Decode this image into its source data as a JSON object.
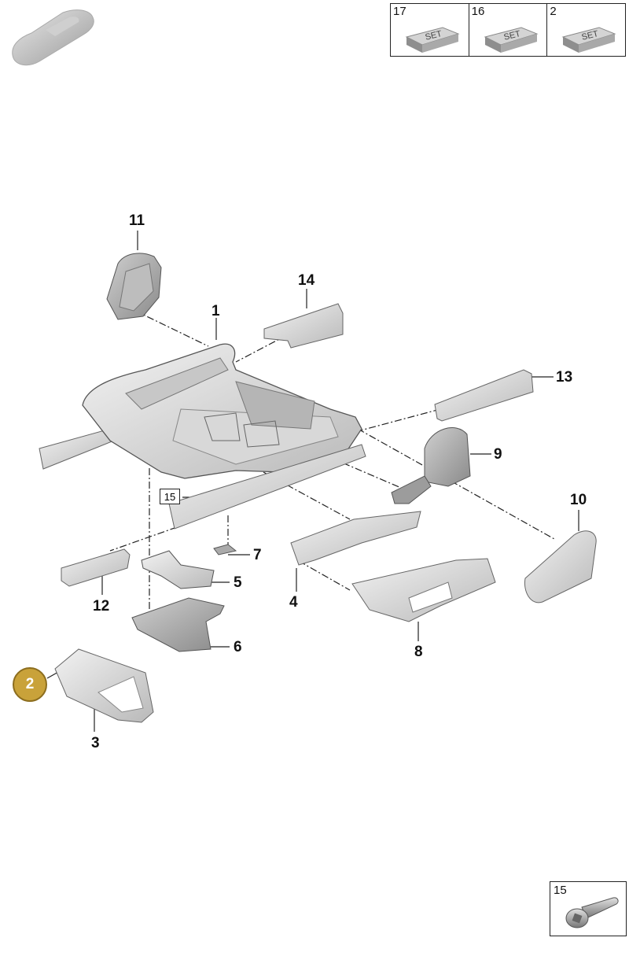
{
  "set_box": [
    {
      "number": "17",
      "label": "SET"
    },
    {
      "number": "16",
      "label": "SET"
    },
    {
      "number": "2",
      "label": "SET"
    }
  ],
  "screw_box": {
    "number": "15"
  },
  "callouts": {
    "c1": "1",
    "c2": "2",
    "c3": "3",
    "c4": "4",
    "c5": "5",
    "c6": "6",
    "c7": "7",
    "c8": "8",
    "c9": "9",
    "c10": "10",
    "c11": "11",
    "c12": "12",
    "c13": "13",
    "c14": "14",
    "ref15": "15"
  },
  "highlight": {
    "number": "2",
    "color": "#c9a23a"
  }
}
